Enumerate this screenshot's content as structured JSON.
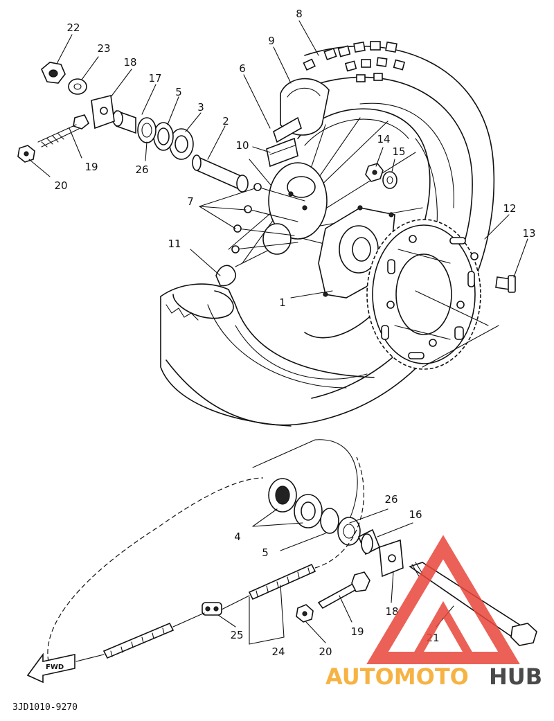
{
  "callouts": {
    "n1": "1",
    "n2": "2",
    "n3": "3",
    "n4": "4",
    "n5a": "5",
    "n5b": "5",
    "n6": "6",
    "n7": "7",
    "n8": "8",
    "n9": "9",
    "n10": "10",
    "n11": "11",
    "n12": "12",
    "n13": "13",
    "n14": "14",
    "n15": "15",
    "n16": "16",
    "n17": "17",
    "n18a": "18",
    "n18b": "18",
    "n19a": "19",
    "n19b": "19",
    "n20a": "20",
    "n20b": "20",
    "n21": "21",
    "n22": "22",
    "n23": "23",
    "n24": "24",
    "n25": "25",
    "n26a": "26",
    "n26b": "26"
  },
  "fwd_label": "FWD",
  "diagram_code": "3JD1010-9270",
  "watermark": {
    "part1": "AUTOMOTO",
    "part2": "HUB",
    "color1": "#f5a623",
    "color2": "#2b2b2b",
    "triangle_color": "#e8463a"
  }
}
